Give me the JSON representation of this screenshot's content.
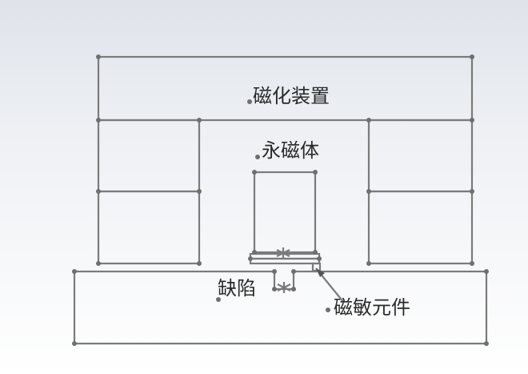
{
  "labels": {
    "magnetizer": "磁化装置",
    "permanent_magnet": "永磁体",
    "defect": "缺陷",
    "sensor": "磁敏元件"
  }
}
